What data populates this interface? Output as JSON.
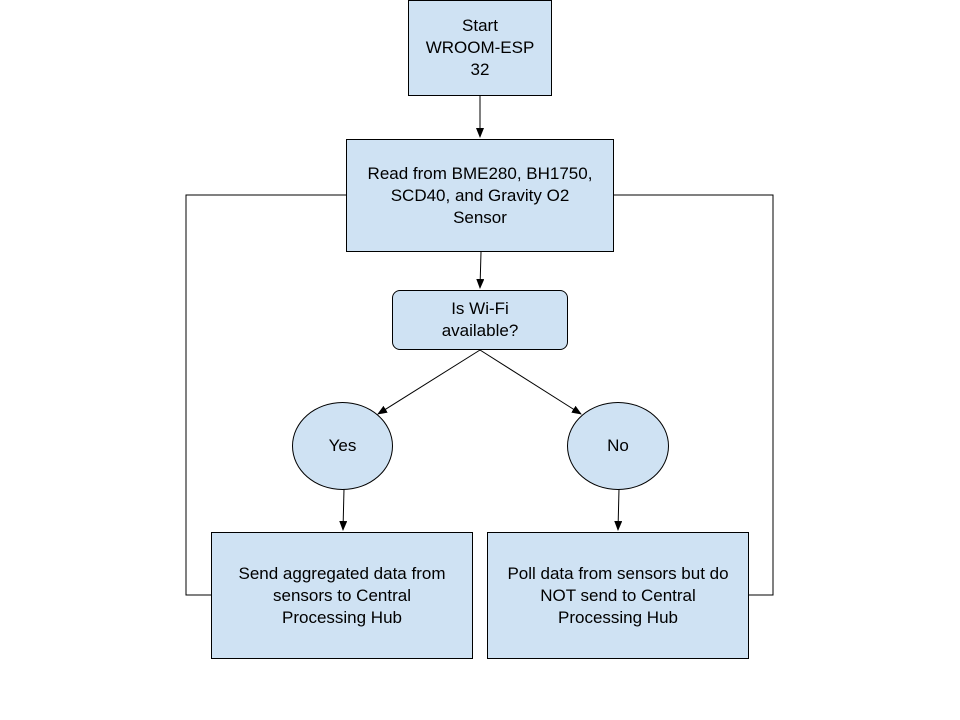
{
  "diagram": {
    "colors": {
      "node_fill": "#cfe2f3",
      "stroke": "#000000",
      "text": "#000000"
    },
    "nodes": {
      "start": {
        "label": "Start\nWROOM-ESP\n32",
        "shape": "rectangle"
      },
      "read": {
        "label": "Read from BME280, BH1750,\nSCD40, and Gravity O2\nSensor",
        "shape": "rectangle"
      },
      "wifi": {
        "label": "Is Wi-Fi\navailable?",
        "shape": "rounded-rectangle"
      },
      "yes": {
        "label": "Yes",
        "shape": "ellipse"
      },
      "no": {
        "label": "No",
        "shape": "ellipse"
      },
      "send": {
        "label": "Send aggregated data from\nsensors to Central\nProcessing Hub",
        "shape": "rectangle"
      },
      "poll": {
        "label": "Poll data from sensors but do\nNOT send to Central\nProcessing Hub",
        "shape": "rectangle"
      }
    },
    "edges": [
      {
        "from": "start",
        "to": "read",
        "arrow": true
      },
      {
        "from": "read",
        "to": "wifi",
        "arrow": true
      },
      {
        "from": "wifi",
        "to": "yes",
        "arrow": true
      },
      {
        "from": "wifi",
        "to": "no",
        "arrow": true
      },
      {
        "from": "yes",
        "to": "send",
        "arrow": true
      },
      {
        "from": "no",
        "to": "poll",
        "arrow": true
      },
      {
        "from": "send",
        "to": "read",
        "arrow": false
      },
      {
        "from": "poll",
        "to": "read",
        "arrow": false
      }
    ]
  }
}
